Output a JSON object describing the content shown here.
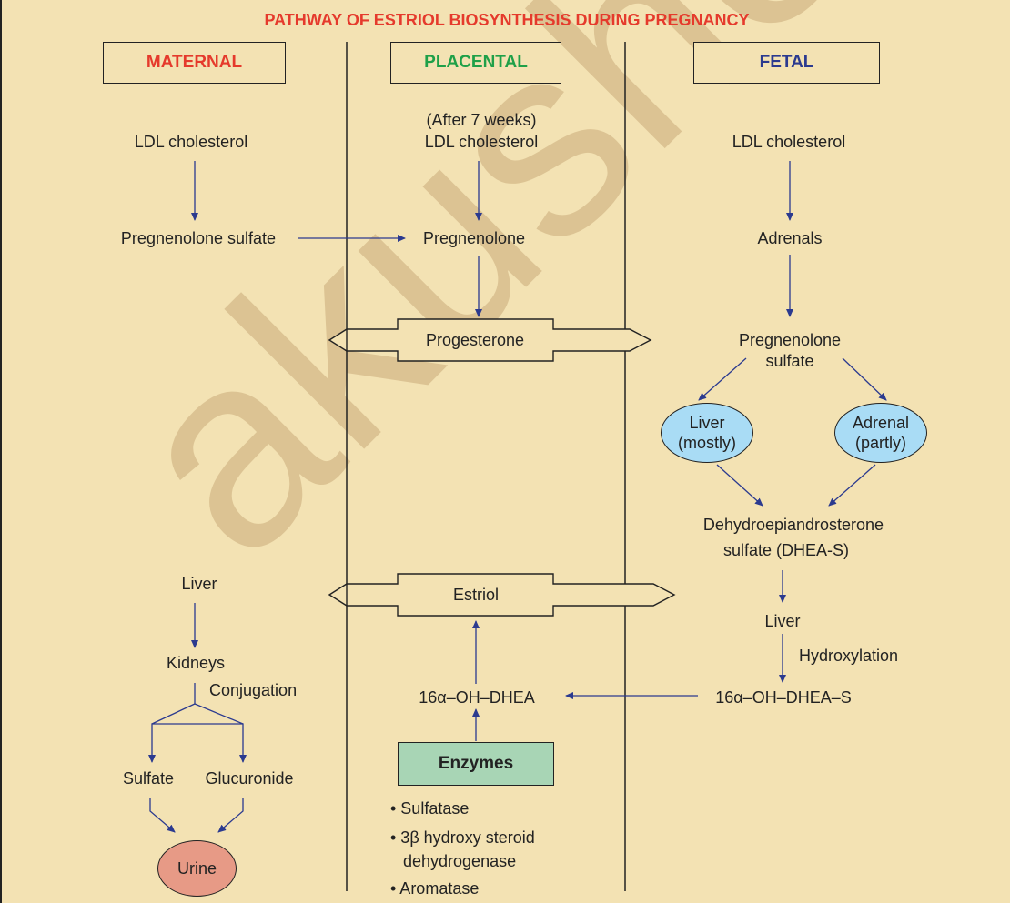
{
  "title": "PATHWAY OF ESTRIOL BIOSYNTHESIS DURING PREGNANCY",
  "watermark": "akusher-",
  "columns": {
    "maternal": "MATERNAL",
    "placental": "PLACENTAL",
    "fetal": "FETAL"
  },
  "colors": {
    "background": "#f3e2b3",
    "title": "#e53a2c",
    "maternal": "#e53a2c",
    "placental": "#1fa048",
    "fetal": "#2b3a8f",
    "arrow": "#2b3a8f",
    "ellipse": "#a9dcf5",
    "urine": "#e79a86",
    "enzymes_box": "#a8d5b5"
  },
  "maternal": {
    "ldl": "LDL cholesterol",
    "preg_sulfate": "Pregnenolone sulfate",
    "liver": "Liver",
    "kidneys": "Kidneys",
    "conjugation": "Conjugation",
    "sulfate": "Sulfate",
    "glucuronide": "Glucuronide",
    "urine": "Urine"
  },
  "placental": {
    "after": "(After 7 weeks)",
    "ldl": "LDL cholesterol",
    "pregnenolone": "Pregnenolone",
    "progesterone": "Progesterone",
    "estriol": "Estriol",
    "oh_dhea": "16α–OH–DHEA",
    "enzymes": "Enzymes",
    "enzyme_list": [
      "• Sulfatase",
      "• 3β hydroxy steroid",
      "dehydrogenase",
      "• Aromatase"
    ]
  },
  "fetal": {
    "ldl": "LDL cholesterol",
    "adrenals": "Adrenals",
    "preg_sulfate_1": "Pregnenolone",
    "preg_sulfate_2": "sulfate",
    "liver_mostly_1": "Liver",
    "liver_mostly_2": "(mostly)",
    "adrenal_partly_1": "Adrenal",
    "adrenal_partly_2": "(partly)",
    "dhea_s_1": "Dehydroepiandrosterone",
    "dhea_s_2": "sulfate (DHEA-S)",
    "liver": "Liver",
    "hydroxylation": "Hydroxylation",
    "oh_dhea_s": "16α–OH–DHEA–S"
  }
}
